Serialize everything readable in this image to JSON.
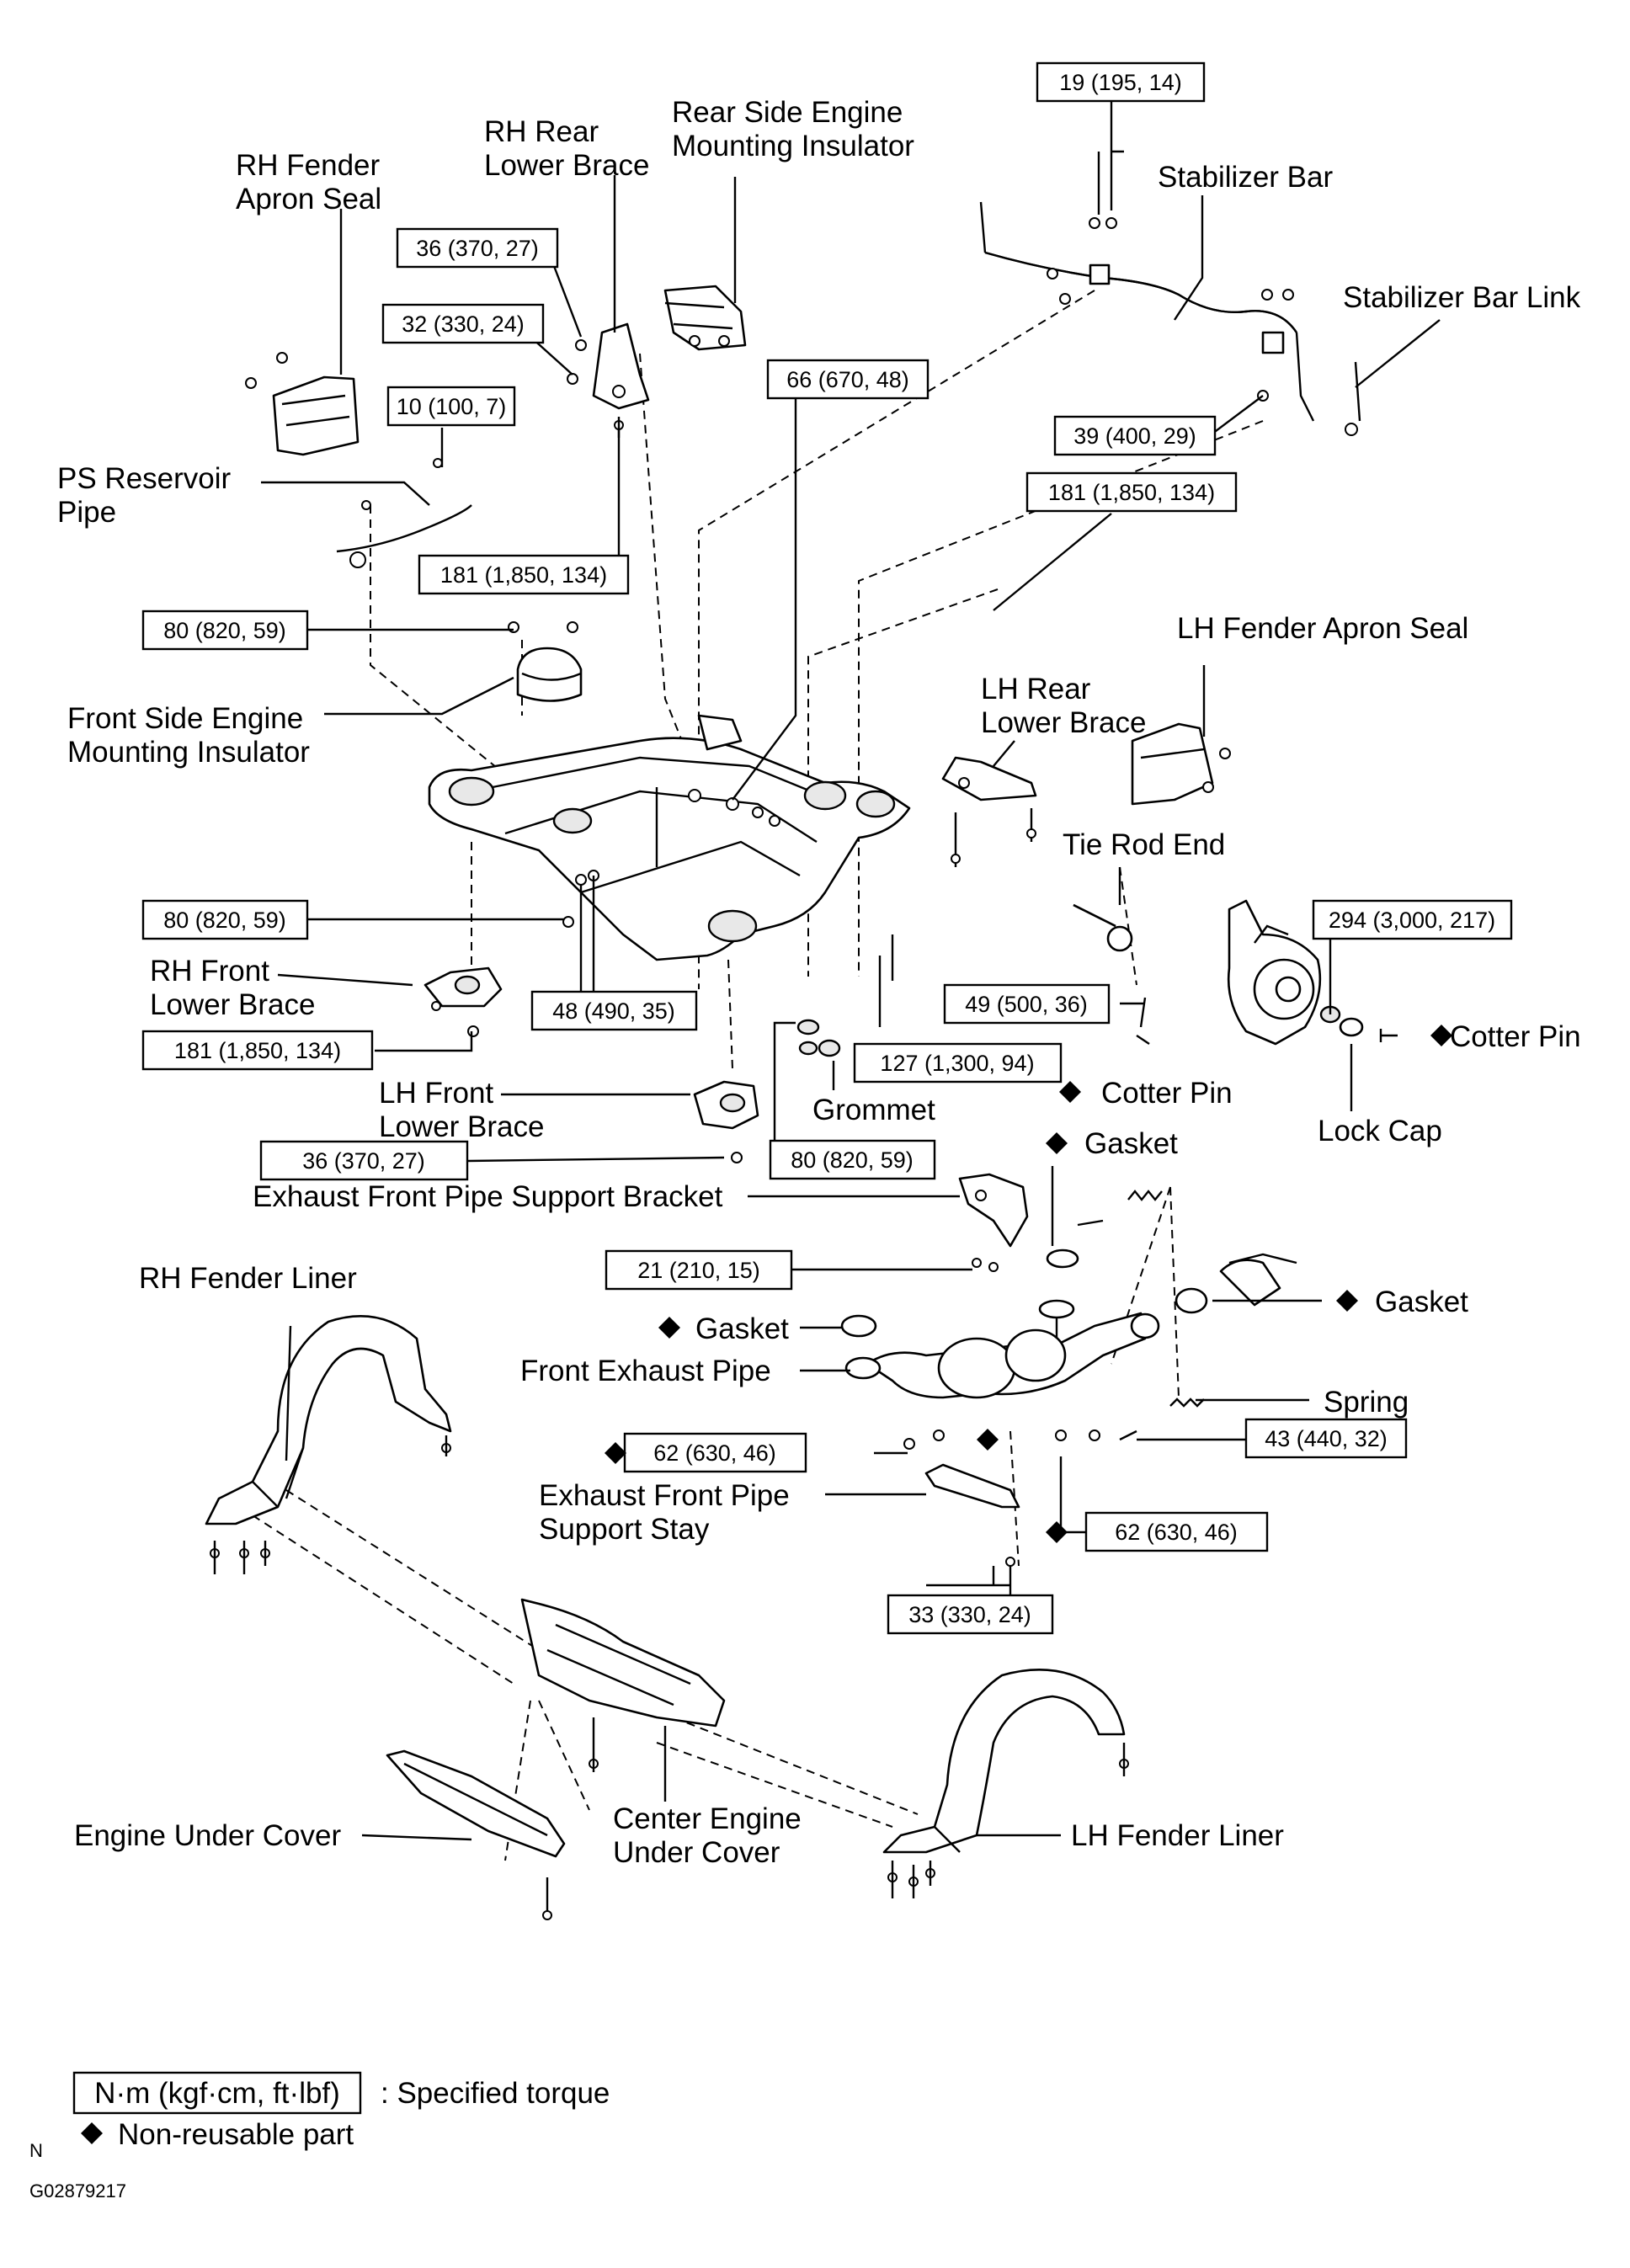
{
  "labels": {
    "rh_fender_apron_seal_1": "RH Fender",
    "rh_fender_apron_seal_2": "Apron Seal",
    "rh_rear_lower_brace_1": "RH Rear",
    "rh_rear_lower_brace_2": "Lower Brace",
    "rear_engine_mount_1": "Rear Side Engine",
    "rear_engine_mount_2": "Mounting Insulator",
    "stabilizer_bar": "Stabilizer Bar",
    "stabilizer_bar_link": "Stabilizer Bar Link",
    "ps_reservoir_pipe_1": "PS Reservoir",
    "ps_reservoir_pipe_2": "Pipe",
    "front_engine_mount_1": "Front Side Engine",
    "front_engine_mount_2": "Mounting Insulator",
    "lh_fender_apron_seal": "LH Fender Apron Seal",
    "lh_rear_lower_brace_1": "LH Rear",
    "lh_rear_lower_brace_2": "Lower Brace",
    "tie_rod_end": "Tie Rod End",
    "rh_front_lower_brace_1": "RH Front",
    "rh_front_lower_brace_2": "Lower Brace",
    "cotter_pin_right": "Cotter Pin",
    "cotter_pin_center": "Cotter Pin",
    "lh_front_lower_brace_1": "LH Front",
    "lh_front_lower_brace_2": "Lower Brace",
    "grommet": "Grommet",
    "lock_cap": "Lock Cap",
    "gasket_top": "Gasket",
    "exhaust_bracket": "Exhaust Front Pipe Support Bracket",
    "rh_fender_liner": "RH Fender Liner",
    "gasket_right": "Gasket",
    "gasket_left": "Gasket",
    "front_exhaust_pipe": "Front Exhaust Pipe",
    "spring": "Spring",
    "support_stay_1": "Exhaust Front Pipe",
    "support_stay_2": "Support Stay",
    "engine_under_cover": "Engine Under Cover",
    "center_under_cover_1": "Center Engine",
    "center_under_cover_2": "Under Cover",
    "lh_fender_liner": "LH Fender Liner"
  },
  "torques": {
    "t01": "19 (195, 14)",
    "t02": "36 (370, 27)",
    "t03": "32 (330, 24)",
    "t04": "10 (100, 7)",
    "t05": "66 (670, 48)",
    "t06": "39 (400, 29)",
    "t07": "181 (1,850, 134)",
    "t08": "181 (1,850, 134)",
    "t09": "80 (820, 59)",
    "t10": "80 (820, 59)",
    "t11": "294 (3,000, 217)",
    "t12": "49 (500, 36)",
    "t13": "48 (490, 35)",
    "t14": "181 (1,850, 134)",
    "t15": "127 (1,300, 94)",
    "t16": "36 (370, 27)",
    "t17": "80 (820, 59)",
    "t18": "21 (210, 15)",
    "t19": "62 (630, 46)",
    "t20": "43 (440, 32)",
    "t21": "62 (630, 46)",
    "t22": "33 (330, 24)"
  },
  "legend": {
    "torque_unit": "N·m (kgf·cm, ft·lbf)",
    "torque_desc": ": Specified torque",
    "nonreusable_desc": "Non-reusable part",
    "corner_letter": "N",
    "figure_code": "G02879217"
  },
  "symbols": {
    "nonreusable": "diamond-filled"
  }
}
